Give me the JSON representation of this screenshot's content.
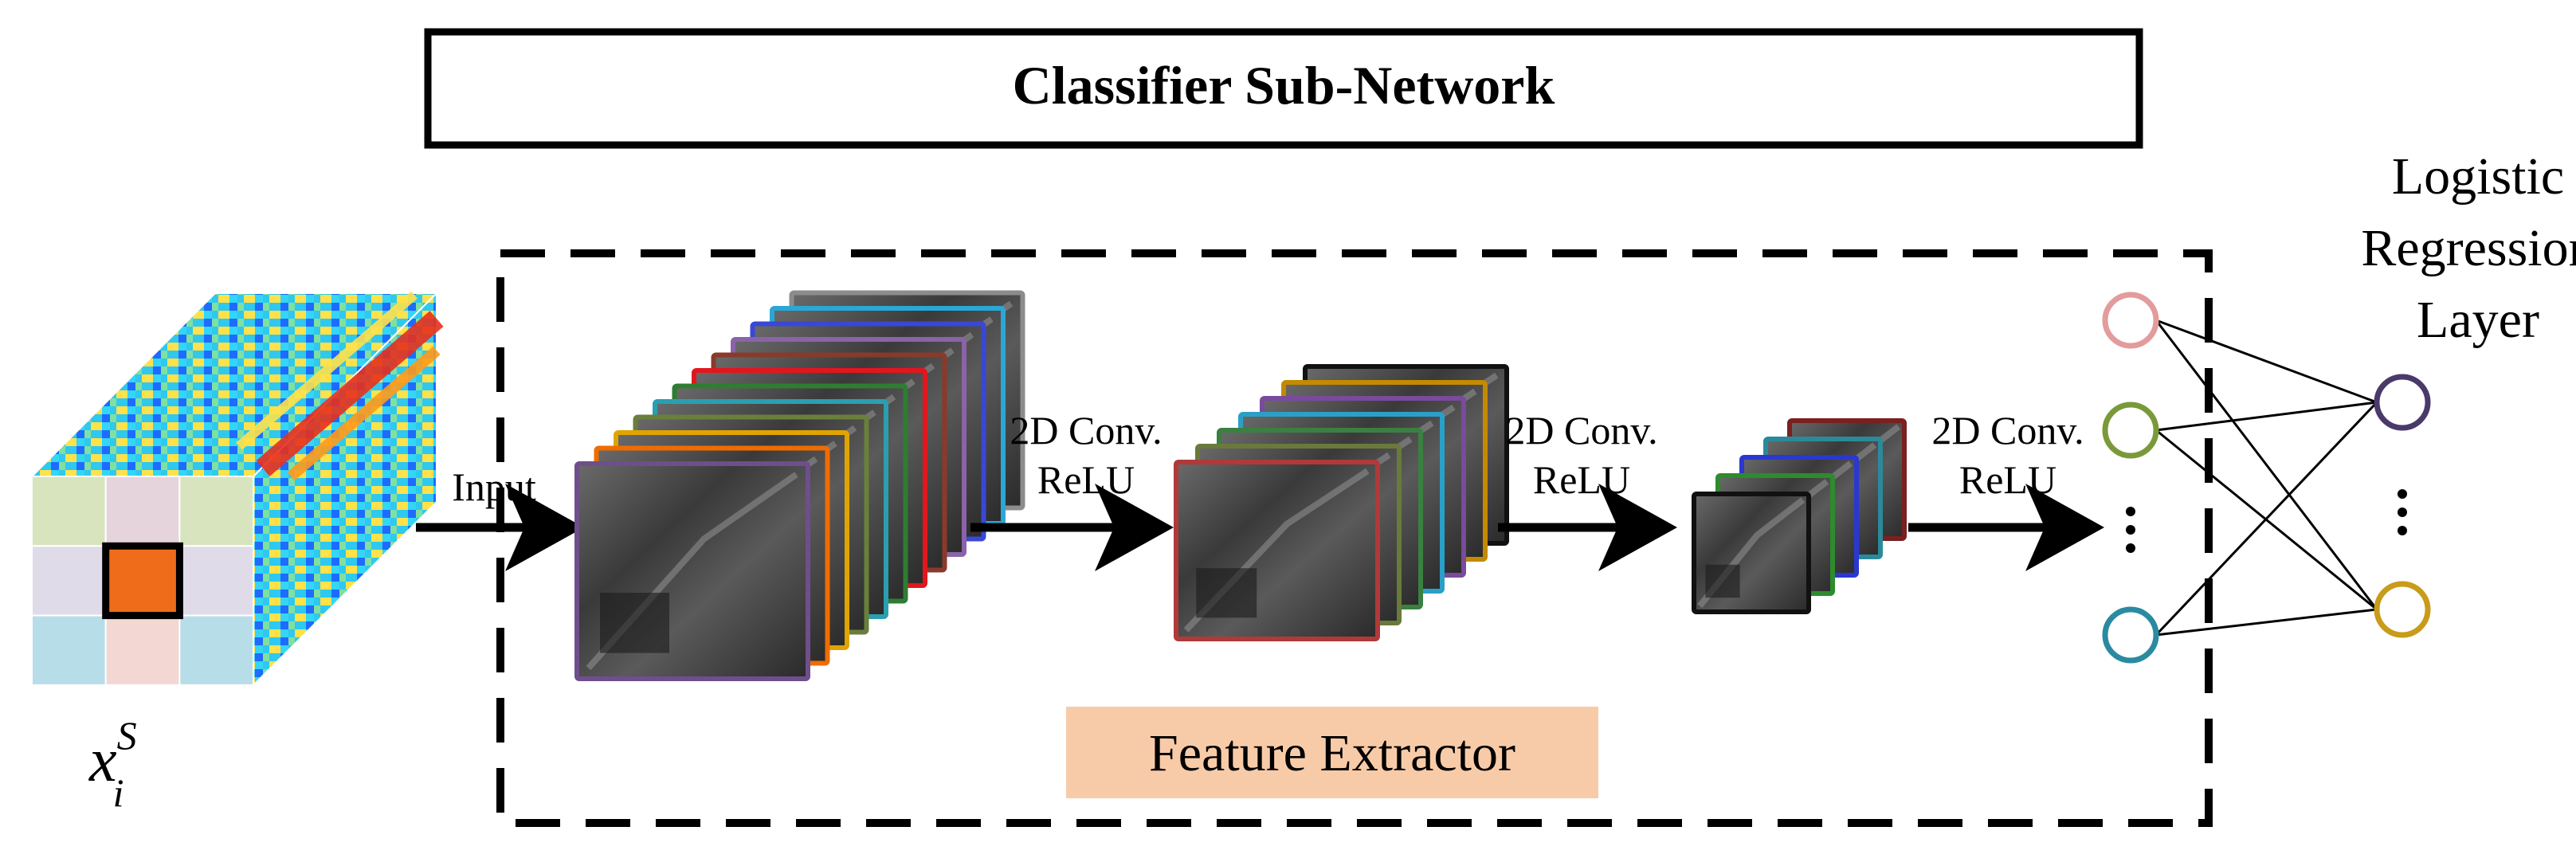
{
  "title": "Classifier Sub-Network",
  "title_color": "#ff0000",
  "input": {
    "symbol_base": "x",
    "symbol_superscript": "S",
    "symbol_subscript": "i",
    "arrow_label": "Input"
  },
  "feature_extractor": {
    "label": "Feature Extractor",
    "label_bg": "#f8cba8"
  },
  "conv_steps": [
    {
      "line1": "2D Conv.",
      "line2": "ReLU"
    },
    {
      "line1": "2D Conv.",
      "line2": "ReLU"
    },
    {
      "line1": "2D Conv.",
      "line2": "ReLU"
    }
  ],
  "logistic": {
    "line1": "Logistic",
    "line2": "Regression",
    "line3": "Layer"
  },
  "stack1_frame_colors": [
    "#8c8c8c",
    "#2aa7d6",
    "#3a47d6",
    "#8a63a8",
    "#8a3a2a",
    "#e3161d",
    "#2e7d32",
    "#2a9fb0",
    "#6a7f3c",
    "#e0a400",
    "#ef6c00",
    "#6f4e8c"
  ],
  "stack2_frame_colors": [
    "#111111",
    "#c48a00",
    "#7a4a9c",
    "#2aa0c8",
    "#3a8040",
    "#6a7a3a",
    "#b03a3a"
  ],
  "stack3_frame_colors": [
    "#7a2020",
    "#2a8a9a",
    "#2a38d0",
    "#2e8b2e",
    "#111111"
  ],
  "input_nodes": [
    {
      "color": "#e39b9b"
    },
    {
      "color": "#7a9a3a"
    },
    {
      "color": "#2a8aa0"
    }
  ],
  "output_nodes": [
    {
      "color": "#4a3a6a"
    },
    {
      "color": "#c89b1a"
    }
  ],
  "patch_colors": [
    "#d7e4bd",
    "#e6d4dc",
    "#d7e4bd",
    "#e0dbe8",
    "#ef6c1a",
    "#e0dbe8",
    "#b7dde8",
    "#f2d7d3",
    "#b7dde8"
  ]
}
